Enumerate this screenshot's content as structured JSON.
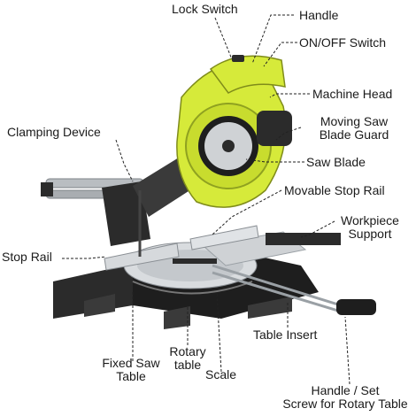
{
  "labels": {
    "lock_switch": "Lock Switch",
    "handle": "Handle",
    "on_off_switch": "ON/OFF Switch",
    "machine_head": "Machine Head",
    "moving_saw_blade_guard_1": "Moving Saw",
    "moving_saw_blade_guard_2": "Blade Guard",
    "clamping_device": "Clamping Device",
    "saw_blade": "Saw Blade",
    "movable_stop_rail": "Movable Stop Rail",
    "workpiece_support_1": "Workpiece",
    "workpiece_support_2": "Support",
    "stop_rail": "Stop Rail",
    "rotary_table_1": "Rotary",
    "rotary_table_2": "table",
    "scale": "Scale",
    "fixed_saw_table_1": "Fixed Saw",
    "fixed_saw_table_2": "Table",
    "table_insert": "Table Insert",
    "handle_set_1": "Handle / Set",
    "handle_set_2": "Screw for Rotary Table"
  },
  "colors": {
    "tool_body": "#d6ea3a",
    "tool_dark": "#2b2b2b",
    "metal": "#c9cccf",
    "leader": "#222222"
  }
}
